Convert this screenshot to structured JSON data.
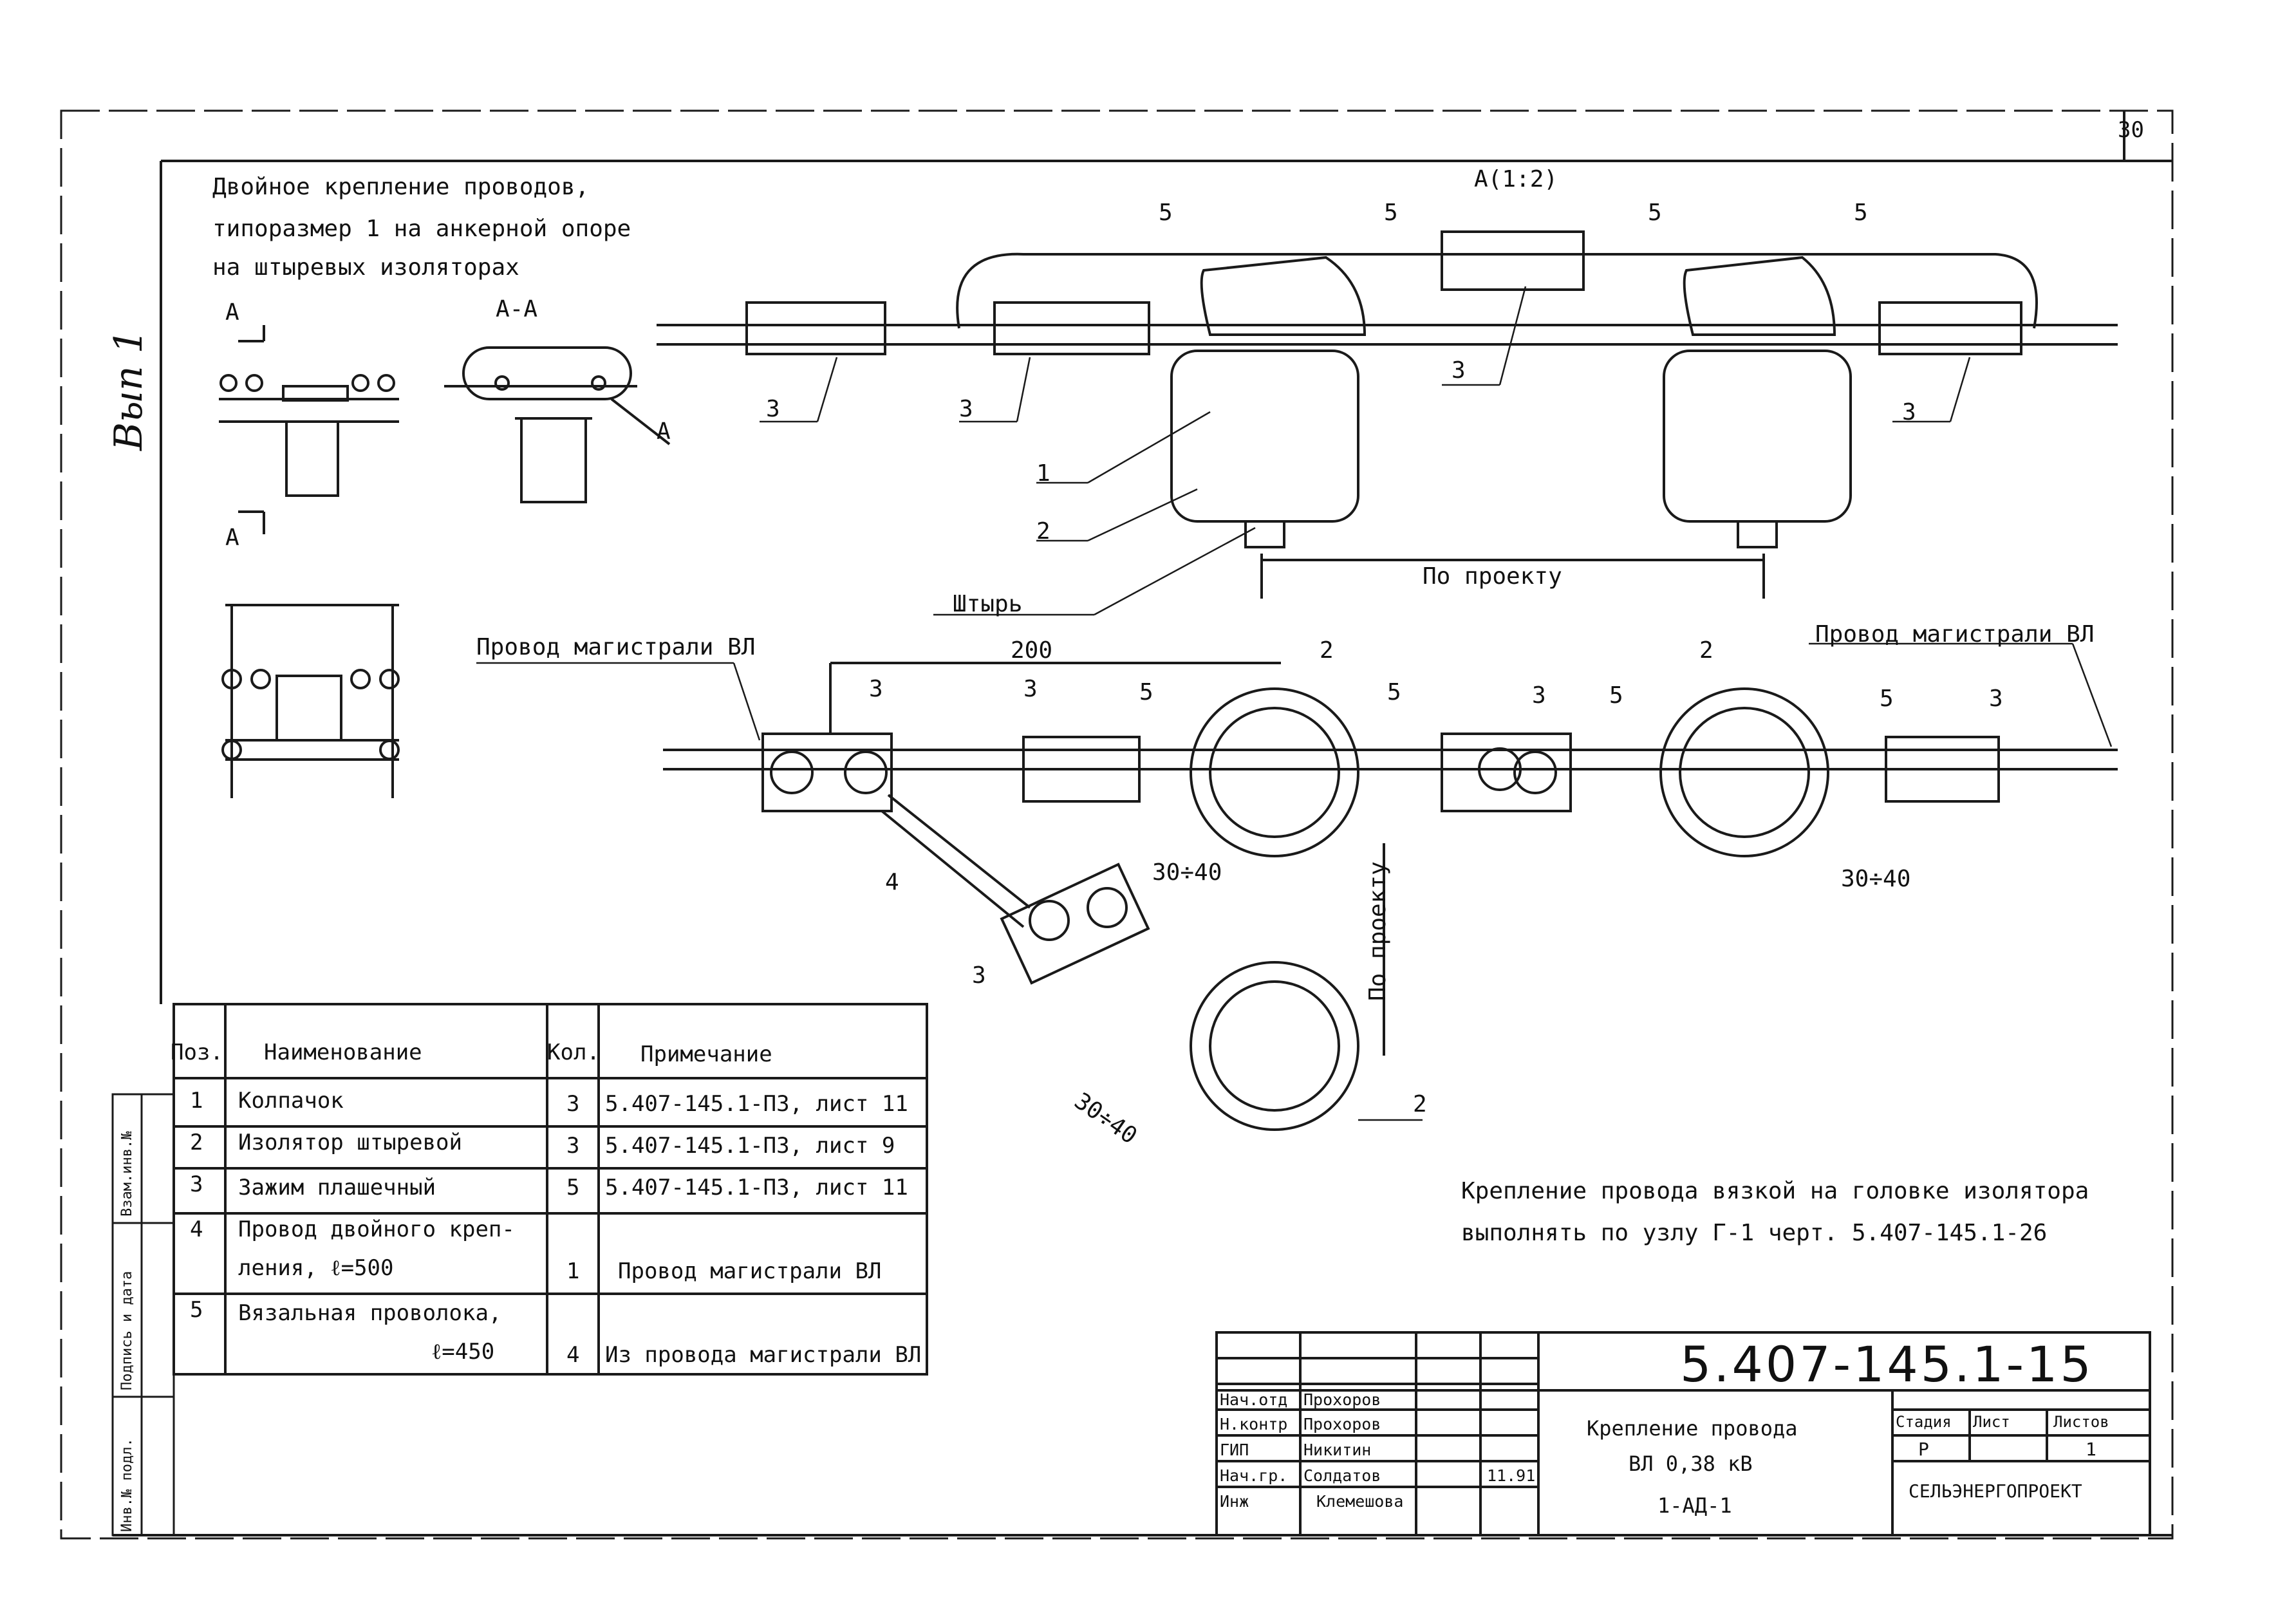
{
  "sheet": {
    "page_number": "30",
    "margin_note": "Вып 1",
    "title_lines": [
      "Двойное крепление проводов,",
      "типоразмер 1 на анкерной опоре",
      "на штыревых изоляторах"
    ]
  },
  "labels": {
    "section_aa": "А-А",
    "section_mark": "А",
    "section_mark_2": "А",
    "section_ref": "А",
    "view_a": "А(1:2)",
    "pos1": "1",
    "pos2": "2",
    "pos3": "3",
    "pos4": "4",
    "pos5": "5",
    "pin": "Штырь",
    "by_project": "По проекту",
    "by_project_v": "По проекту",
    "main_wire_left": "Провод магистрали ВЛ",
    "main_wire_right": "Провод магистрали ВЛ",
    "dim_200": "200",
    "dim_30_40": "30÷40",
    "note_line1": "Крепление провода вязкой на головке изолятора",
    "note_line2": "выполнять по узлу Г-1 черт. 5.407-145.1-26"
  },
  "spec_table": {
    "headers": {
      "pos": "Поз.",
      "name": "Наименование",
      "qty": "Кол.",
      "note": "Примечание"
    },
    "rows": [
      {
        "pos": "1",
        "name": "Колпачок",
        "qty": "3",
        "note": "5.407-145.1-ПЗ, лист 11"
      },
      {
        "pos": "2",
        "name": "Изолятор штыревой",
        "qty": "3",
        "note": "5.407-145.1-ПЗ, лист 9"
      },
      {
        "pos": "3",
        "name": "Зажим плашечный",
        "qty": "5",
        "note": "5.407-145.1-ПЗ, лист 11"
      },
      {
        "pos": "4",
        "name": "Провод двойного креп-",
        "name2": "ления, ℓ=500",
        "qty": "1",
        "note": "Провод магистрали ВЛ"
      },
      {
        "pos": "5",
        "name": "Вязальная проволока,",
        "name2": "ℓ=450",
        "qty": "4",
        "note": "Из провода магистрали ВЛ"
      }
    ]
  },
  "side_stamp": {
    "inv_podl": "Инв.№ подл.",
    "sign_date": "Подпись и дата",
    "vzam": "Взам.инв.№"
  },
  "title_block": {
    "doc_code": "5.407-145.1-15",
    "title_line1": "Крепление провода",
    "title_line2": "ВЛ 0,38 кВ",
    "node": "1-АД-1",
    "stage_label": "Стадия",
    "sheet_label": "Лист",
    "sheets_label": "Листов",
    "stage": "Р",
    "sheets": "1",
    "org": "СЕЛЬЭНЕРГОПРОЕКТ",
    "people": [
      {
        "role": "Нач.отд",
        "name": "Прохоров"
      },
      {
        "role": "Н.контр",
        "name": "Прохоров"
      },
      {
        "role": "ГИП",
        "name": "Никитин"
      },
      {
        "role": "Нач.гр.",
        "name": "Солдатов",
        "date": "11.91"
      },
      {
        "role": "Инж",
        "name": "Клемешова"
      }
    ]
  }
}
